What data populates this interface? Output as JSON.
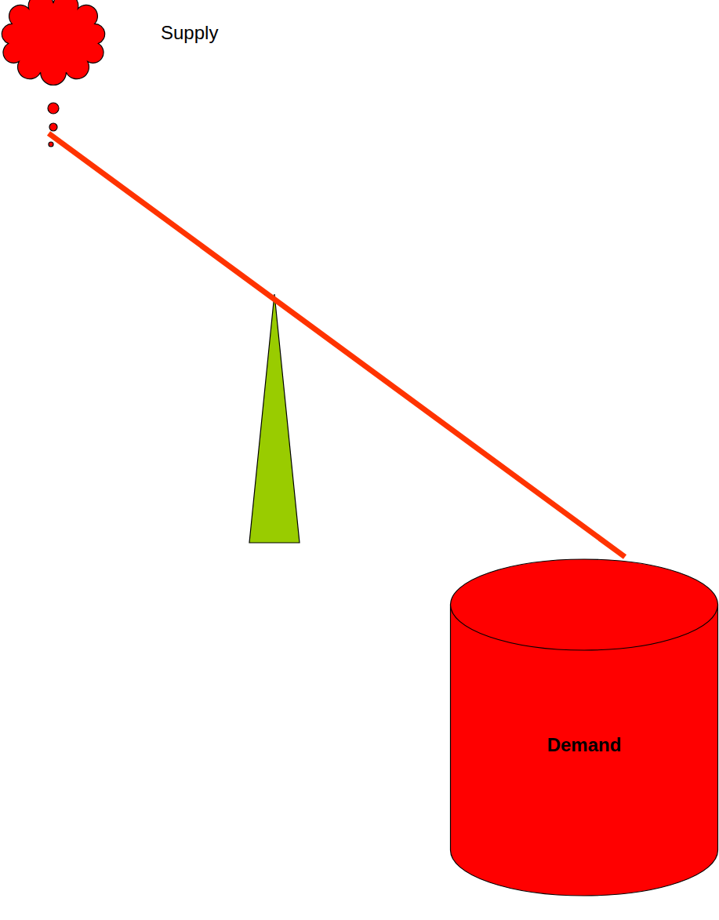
{
  "diagram": {
    "nodes": [
      {
        "text": [
          "Supply"
        ]
      },
      {
        "text": [
          "Demand"
        ]
      }
    ],
    "edges": [
      {
        "from": 0,
        "to": 1,
        "arrow": "none"
      }
    ]
  }
}
